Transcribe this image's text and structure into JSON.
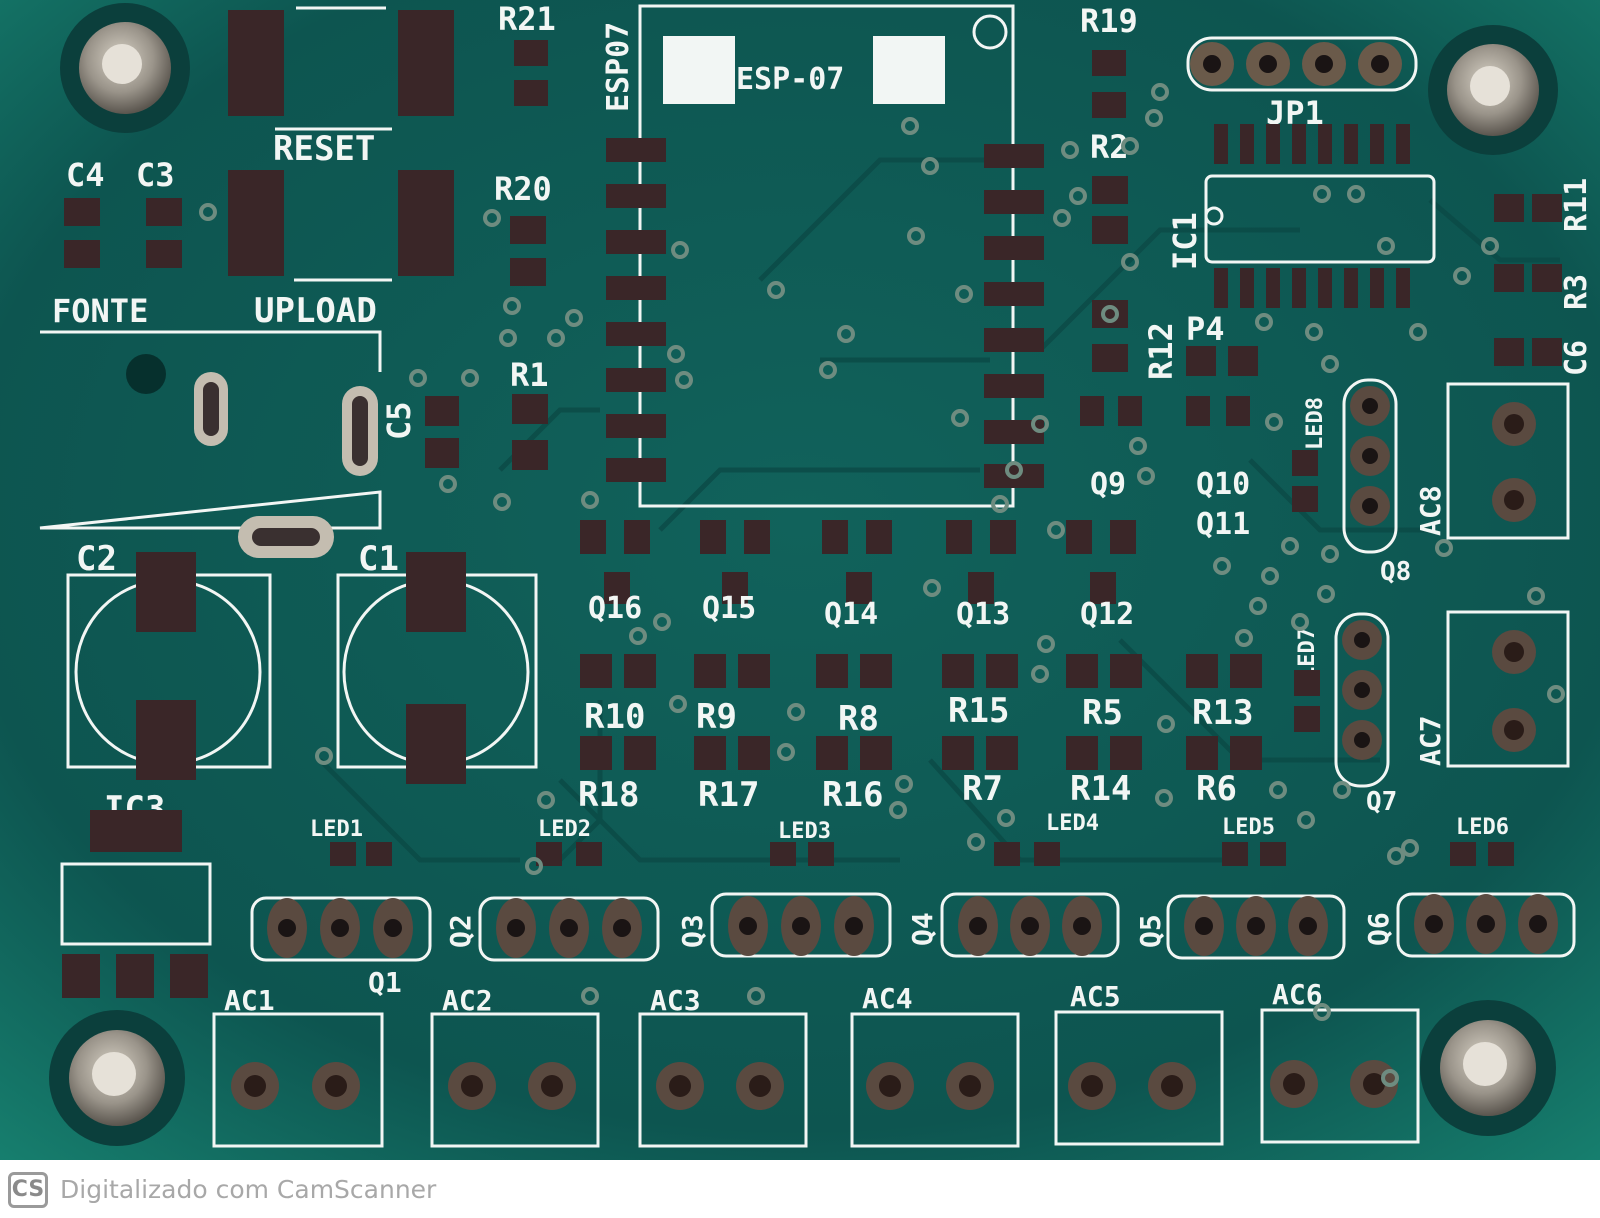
{
  "colors": {
    "solder_mask": "#0f5a55",
    "mask_highlight": "#1a8a78",
    "silkscreen": "#f2f6f4",
    "pad": "#3a2628",
    "hole_ring": "#8e8a80"
  },
  "module_labels": {
    "esp_outline": "ESP-07",
    "esp_side": "ESP07",
    "ic1": "IC1",
    "ic3": "IC3",
    "jp1": "JP1",
    "p4": "P4"
  },
  "switch_labels": {
    "reset": "RESET",
    "upload": "UPLOAD",
    "fonte": "FONTE"
  },
  "capacitor_labels": {
    "c1": "C1",
    "c2": "C2",
    "c3": "C3",
    "c4": "C4",
    "c5": "C5",
    "c6": "C6"
  },
  "resistor_labels": {
    "r1": "R1",
    "r2": "R2",
    "r3": "R3",
    "r5": "R5",
    "r6": "R6",
    "r7": "R7",
    "r8": "R8",
    "r9": "R9",
    "r10": "R10",
    "r11": "R11",
    "r12": "R12",
    "r13": "R13",
    "r14": "R14",
    "r15": "R15",
    "r16": "R16",
    "r17": "R17",
    "r18": "R18",
    "r19": "R19",
    "r20": "R20",
    "r21": "R21"
  },
  "transistor_labels": {
    "q1": "Q1",
    "q2": "Q2",
    "q3": "Q3",
    "q4": "Q4",
    "q5": "Q5",
    "q6": "Q6",
    "q7": "Q7",
    "q8": "Q8",
    "q9": "Q9",
    "q10": "Q10",
    "q11": "Q11",
    "q12": "Q12",
    "q13": "Q13",
    "q14": "Q14",
    "q15": "Q15",
    "q16": "Q16"
  },
  "led_labels": {
    "led1": "LED1",
    "led2": "LED2",
    "led3": "LED3",
    "led4": "LED4",
    "led5": "LED5",
    "led6": "LED6",
    "led7": "LED7",
    "led8": "LED8"
  },
  "ac_labels": {
    "ac1": "AC1",
    "ac2": "AC2",
    "ac3": "AC3",
    "ac4": "AC4",
    "ac5": "AC5",
    "ac6": "AC6",
    "ac7": "AC7",
    "ac8": "AC8"
  },
  "watermark": {
    "logo": "CS",
    "text": "Digitalizado com CamScanner"
  }
}
